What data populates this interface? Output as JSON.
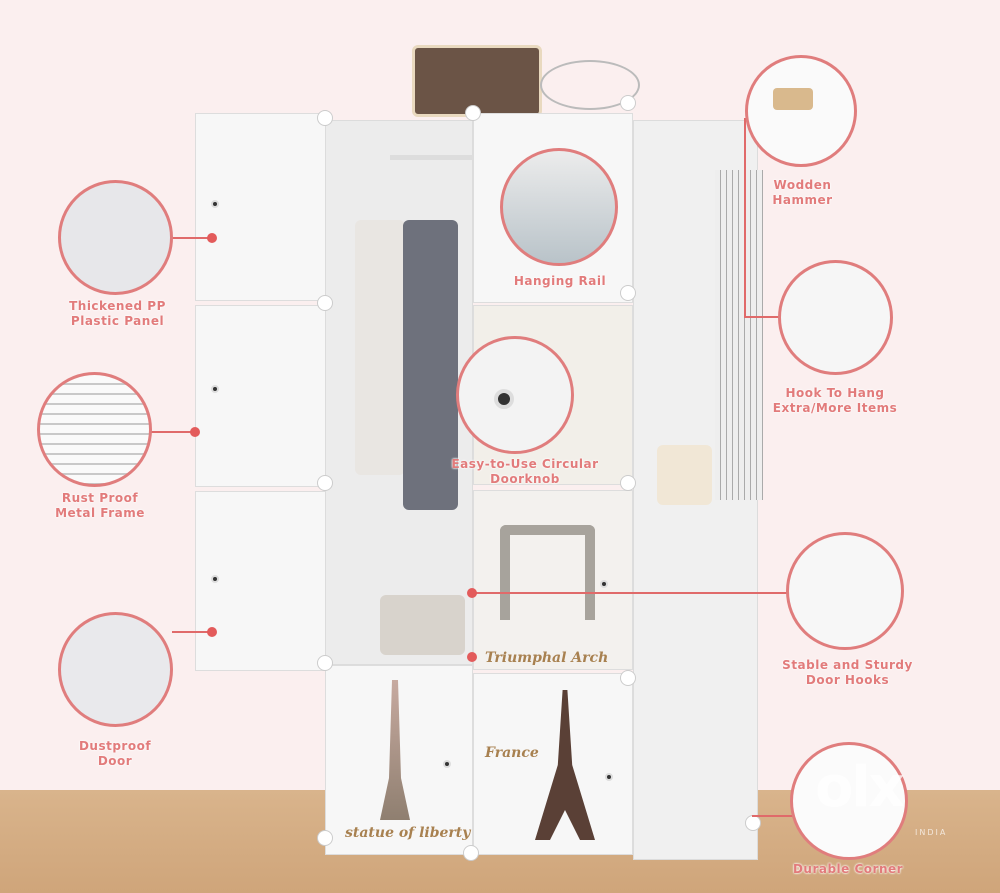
{
  "callouts": {
    "panel": "Thickened PP Plastic Panel",
    "frame": "Rust Proof Metal Frame",
    "door": "Dustproof Door",
    "rail": "Hanging Rail",
    "knob": "Easy-to-Use Circular Doorknob",
    "hammer": "Wodden Hammer",
    "hook": "Hook To Hang Extra/More Items",
    "door_hooks": "Stable and Sturdy Door Hooks",
    "corner": "Durable Corner"
  },
  "prints": {
    "arch": "Triumphal Arch",
    "france": "France",
    "liberty": "statue of liberty"
  },
  "watermark": {
    "logo": "olx",
    "sub": "INDIA"
  },
  "colors": {
    "accent": "#e07d7d",
    "background": "#fbefef",
    "floor": "#d5ab80"
  }
}
